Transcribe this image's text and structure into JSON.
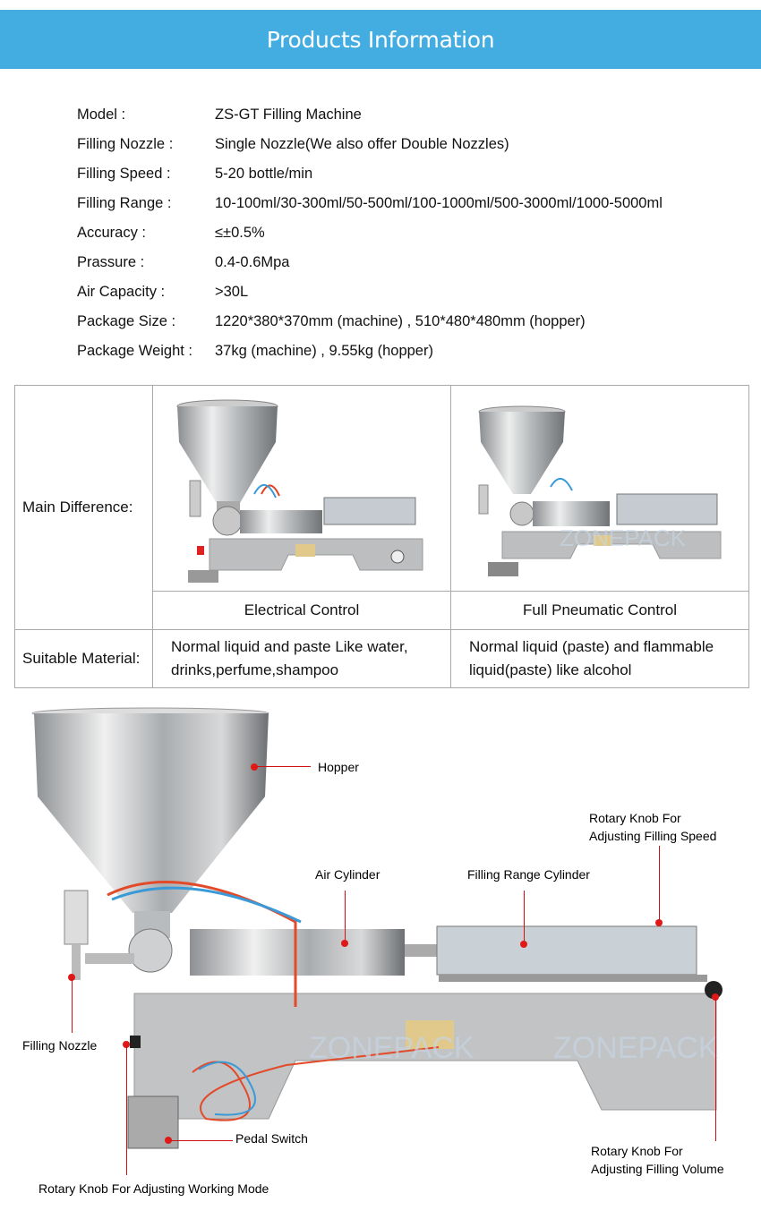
{
  "banner": {
    "title": "Products Information",
    "color": "#43ace0"
  },
  "specs": [
    {
      "label": "Model :",
      "value": "ZS-GT Filling Machine"
    },
    {
      "label": "Filling Nozzle :",
      "value": "Single Nozzle(We also offer Double Nozzles)"
    },
    {
      "label": "Filling Speed :",
      "value": "5-20 bottle/min"
    },
    {
      "label": "Filling Range :",
      "value": "10-100ml/30-300ml/50-500ml/100-1000ml/500-3000ml/1000-5000ml"
    },
    {
      "label": "Accuracy :",
      "value": "≤±0.5%"
    },
    {
      "label": "Prassure :",
      "value": "0.4-0.6Mpa"
    },
    {
      "label": "Air Capacity :",
      "value": ">30L"
    },
    {
      "label": "Package Size :",
      "value": "1220*380*370mm (machine) , 510*480*480mm (hopper)"
    },
    {
      "label": "Package Weight :",
      "value": "37kg (machine) , 9.55kg (hopper)"
    }
  ],
  "comparison": {
    "main_difference_label": "Main Difference:",
    "suitable_material_label": "Suitable Material:",
    "columns": [
      {
        "caption": "Electrical Control",
        "material": "Normal liquid and paste Like water, drinks,perfume,shampoo"
      },
      {
        "caption": "Full Pneumatic Control",
        "material": "Normal liquid (paste) and flammable liquid(paste) like alcohol"
      }
    ],
    "watermark": "ZONEPACK"
  },
  "diagram": {
    "watermark": "ZONEPACK",
    "callouts": {
      "hopper": "Hopper",
      "air_cylinder": "Air Cylinder",
      "filling_range_cylinder": "Filling Range Cylinder",
      "speed_knob_1": "Rotary Knob For",
      "speed_knob_2": "Adjusting Filling Speed",
      "filling_nozzle": "Filling Nozzle",
      "pedal_switch": "Pedal Switch",
      "volume_knob_1": "Rotary Knob For",
      "volume_knob_2": "Adjusting Filling Volume",
      "working_mode_knob": "Rotary Knob For Adjusting Working Mode"
    }
  }
}
